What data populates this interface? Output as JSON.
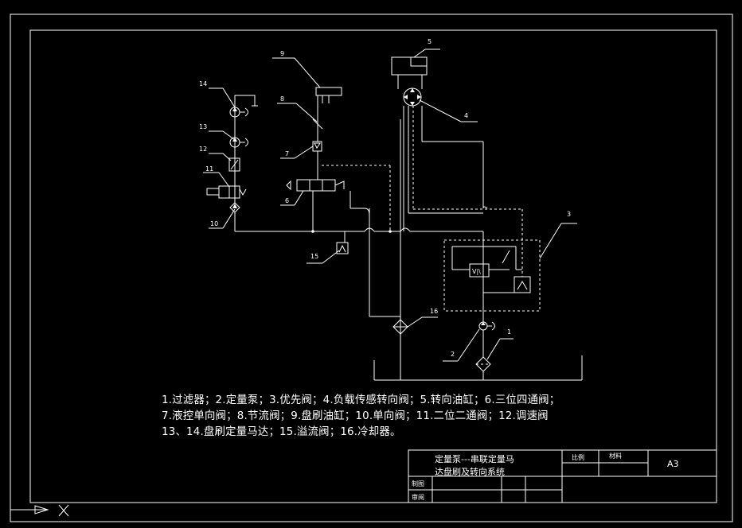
{
  "diagram": {
    "labels": [
      "1",
      "2",
      "3",
      "4",
      "5",
      "6",
      "7",
      "8",
      "9",
      "10",
      "11",
      "12",
      "13",
      "14",
      "15",
      "16"
    ]
  },
  "legend": {
    "line1": "1.过滤器；2.定量泵；3.优先阀；4.负载传感转向阀；5.转向油缸；6.三位四通阀；",
    "line2": "7.液控单向阀；8.节流阀；9.盘刷油缸；10.单向阀；11.二位二通阀；12.调速阀",
    "line3": "13、14.盘刷定量马达；15.溢流阀；16.冷却器。"
  },
  "title_block": {
    "title_line1": "定量泵---串联定量马",
    "title_line2": "达盘刷及转向系统",
    "scale_label": "比例",
    "material_label": "材料",
    "sheet_size": "A3",
    "drawn_label": "制图",
    "checked_label": "审阅"
  }
}
